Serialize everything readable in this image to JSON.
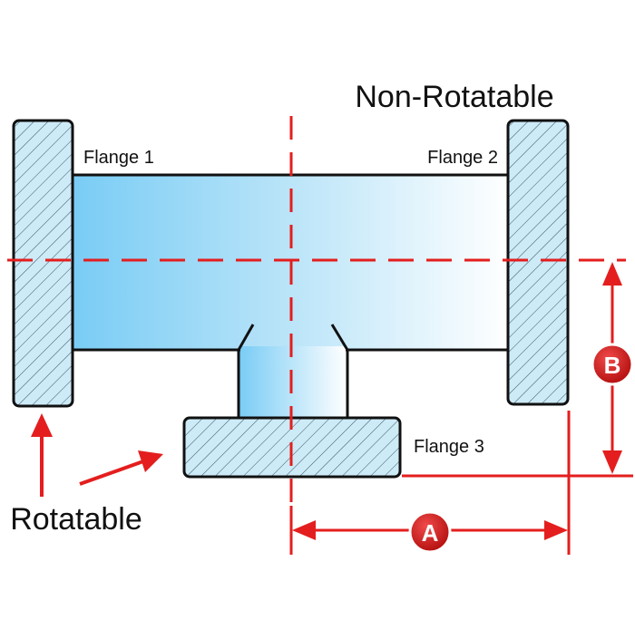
{
  "labels": {
    "non_rotatable": "Non-Rotatable",
    "rotatable": "Rotatable",
    "flange_1": "Flange 1",
    "flange_2": "Flange 2",
    "flange_3": "Flange 3"
  },
  "dimensions": {
    "a": "A",
    "b": "B"
  },
  "colors": {
    "accent_red": "#e41e1e",
    "badge_red": "#c81212",
    "pipe_blue": "#79ccf5",
    "flange_fill": "#cdeaf7",
    "outline": "#111111"
  }
}
